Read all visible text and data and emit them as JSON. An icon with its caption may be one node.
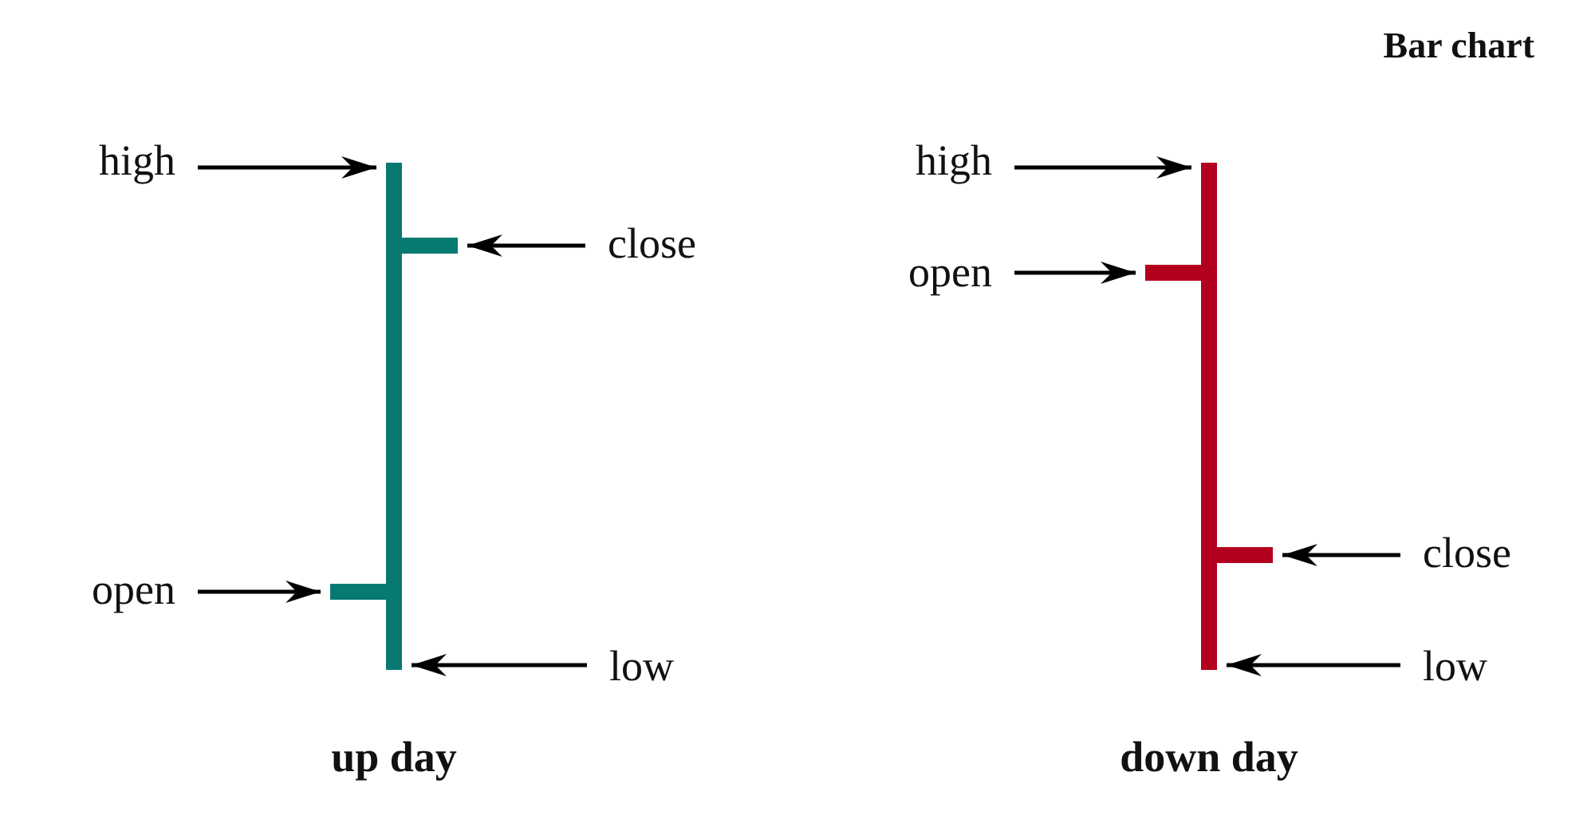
{
  "diagram": {
    "title": "Bar chart",
    "nodes": [
      {
        "text": [
          "high"
        ]
      },
      {
        "text": [],
        "shape": "bar",
        "beside": [
          "up day"
        ]
      },
      {
        "text": [],
        "shape": "bar"
      },
      {
        "text": [
          "close"
        ]
      },
      {
        "text": [
          "open"
        ]
      },
      {
        "text": [],
        "shape": "bar"
      },
      {
        "text": [
          "low"
        ]
      },
      {
        "text": [
          "high"
        ]
      },
      {
        "text": [],
        "shape": "bar",
        "beside": [
          "down day"
        ]
      },
      {
        "text": [
          "open"
        ]
      },
      {
        "text": [],
        "shape": "bar"
      },
      {
        "text": [],
        "shape": "bar"
      },
      {
        "text": [
          "close"
        ]
      },
      {
        "text": [
          "low"
        ]
      }
    ],
    "edges": [
      {
        "from": 0,
        "to": 1,
        "arrow": "to"
      },
      {
        "from": 3,
        "to": 2,
        "arrow": "to"
      },
      {
        "from": 4,
        "to": 5,
        "arrow": "to"
      },
      {
        "from": 6,
        "to": 1,
        "arrow": "to"
      },
      {
        "from": 7,
        "to": 8,
        "arrow": "to"
      },
      {
        "from": 9,
        "to": 10,
        "arrow": "to"
      },
      {
        "from": 12,
        "to": 11,
        "arrow": "to"
      },
      {
        "from": 13,
        "to": 8,
        "arrow": "to"
      }
    ]
  }
}
